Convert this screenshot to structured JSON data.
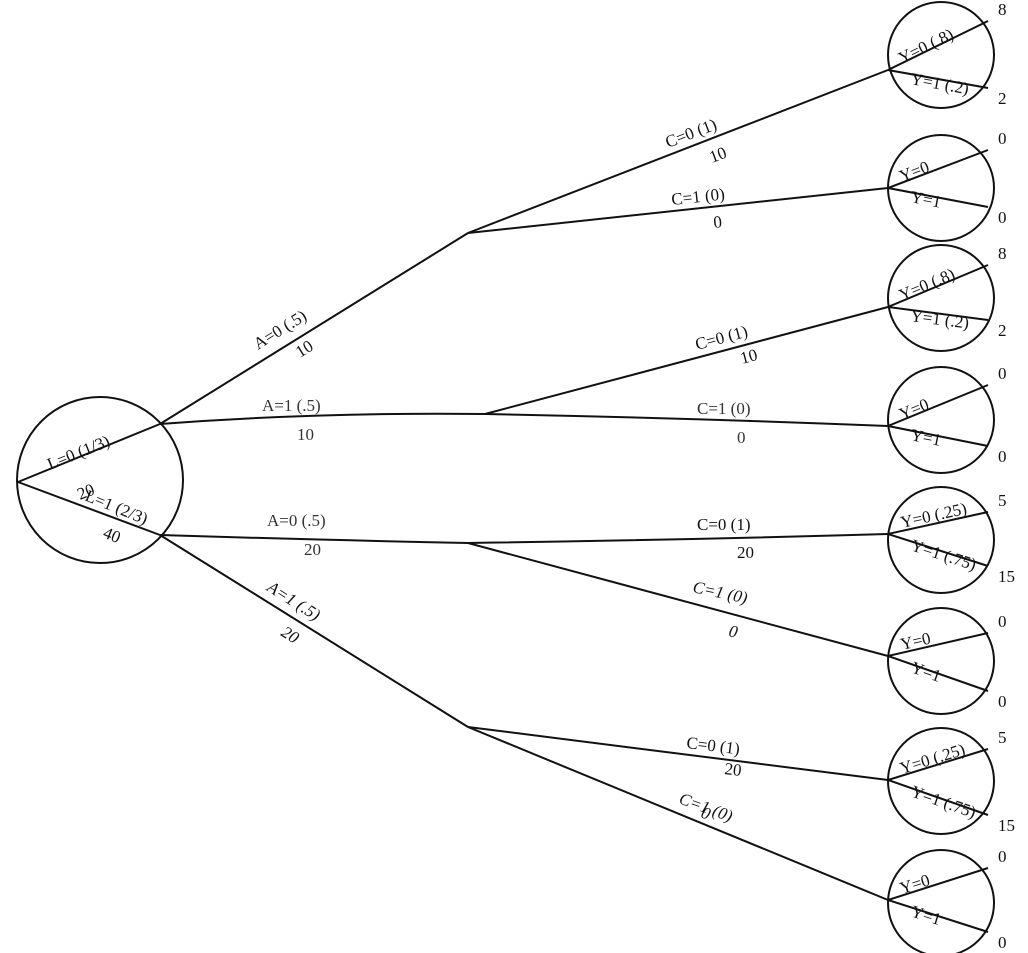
{
  "title": "Probability tree for L, A, C, Y",
  "root": {
    "branches": [
      {
        "label": "L=0 (1/3)",
        "count": "20"
      },
      {
        "label": "L=1 (2/3)",
        "count": "40"
      }
    ]
  },
  "level_a": [
    {
      "label": "A=0 (.5)",
      "count": "10",
      "parent": "L=0"
    },
    {
      "label": "A=1 (.5)",
      "count": "10",
      "parent": "L=0"
    },
    {
      "label": "A=0 (.5)",
      "count": "20",
      "parent": "L=1"
    },
    {
      "label": "A=1 (.5)",
      "count": "20",
      "parent": "L=1"
    }
  ],
  "level_c": [
    {
      "label": "C=0 (1)",
      "count": "10"
    },
    {
      "label": "C=1 (0)",
      "count": "0"
    },
    {
      "label": "C=0 (1)",
      "count": "10"
    },
    {
      "label": "C=1 (0)",
      "count": "0"
    },
    {
      "label": "C=0 (1)",
      "count": "20"
    },
    {
      "label": "C=1 (0)",
      "count": "0"
    },
    {
      "label": "C=0 (1)",
      "count": "20"
    },
    {
      "label": "C=1 (0)",
      "count": "0"
    }
  ],
  "leaves": [
    {
      "y0_label": "Y=0 (.8)",
      "y1_label": "Y=1 (.2)",
      "y0_count": "8",
      "y1_count": "2"
    },
    {
      "y0_label": "Y=0",
      "y1_label": "Y=1",
      "y0_count": "0",
      "y1_count": "0"
    },
    {
      "y0_label": "Y=0 (.8)",
      "y1_label": "Y=1 (.2)",
      "y0_count": "8",
      "y1_count": "2"
    },
    {
      "y0_label": "Y=0",
      "y1_label": "Y=1",
      "y0_count": "0",
      "y1_count": "0"
    },
    {
      "y0_label": "Y=0 (.25)",
      "y1_label": "Y=1 (.75)",
      "y0_count": "5",
      "y1_count": "15"
    },
    {
      "y0_label": "Y=0",
      "y1_label": "Y=1",
      "y0_count": "0",
      "y1_count": "0"
    },
    {
      "y0_label": "Y=0 (.25)",
      "y1_label": "Y=1 (.75)",
      "y0_count": "5",
      "y1_count": "15"
    },
    {
      "y0_label": "Y=0",
      "y1_label": "Y=1",
      "y0_count": "0",
      "y1_count": "0"
    }
  ]
}
